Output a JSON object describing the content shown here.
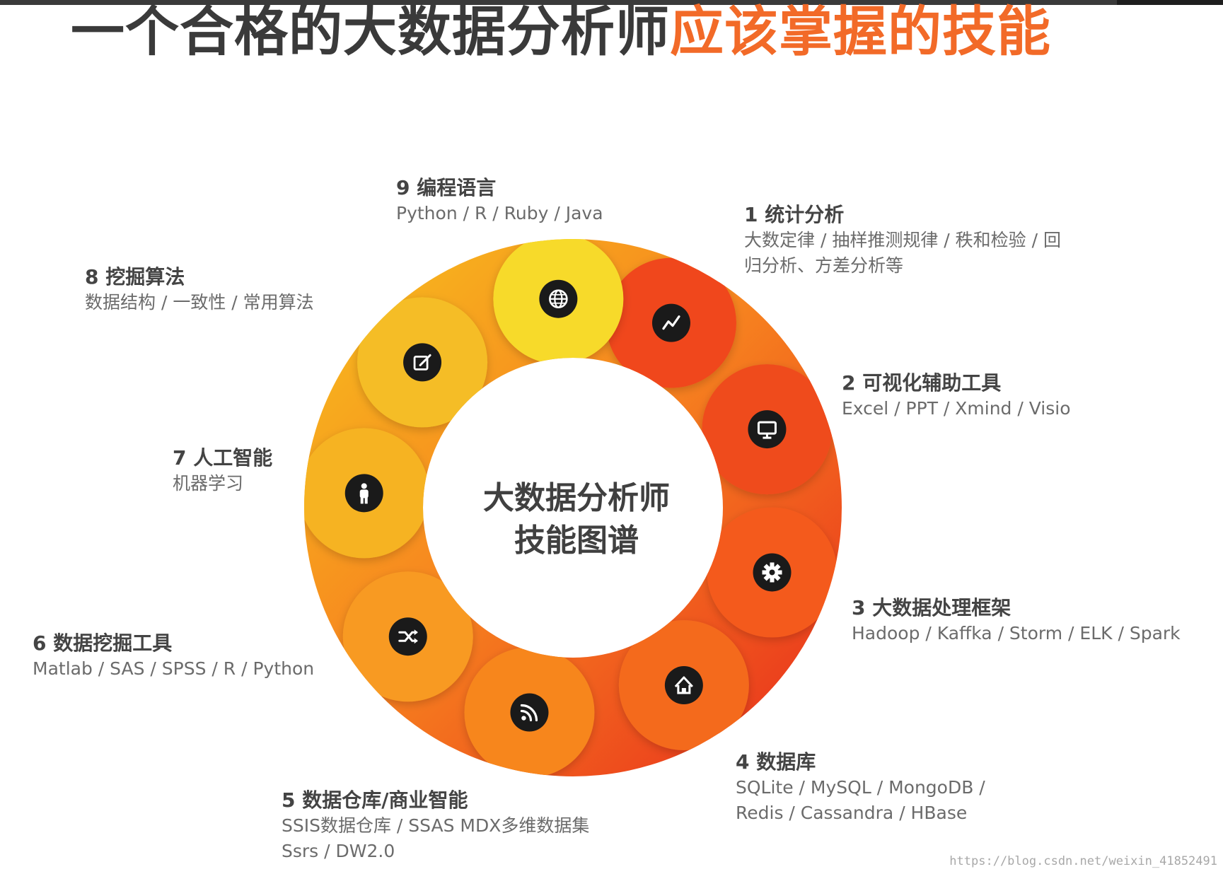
{
  "title": {
    "part1": "一个合格的大数据分析师",
    "part2": "应该掌握的技能"
  },
  "center": {
    "line1": "大数据分析师",
    "line2": "技能图谱"
  },
  "colors": {
    "title_dark": "#3a3a3a",
    "title_accent": "#f26a28",
    "ring_red": "#e8291c",
    "ring_orange": "#f7861f",
    "ring_yellow": "#f7c21d",
    "icon_bg": "#1a1a1a"
  },
  "skills": [
    {
      "num": "1",
      "name": "统计分析",
      "desc": [
        "大数定律 / 抽样推测规律 / 秩和检验 / 回",
        "归分析、方差分析等"
      ],
      "icon": "line-chart-icon"
    },
    {
      "num": "2",
      "name": "可视化辅助工具",
      "desc": [
        "Excel / PPT / Xmind / Visio"
      ],
      "icon": "monitor-icon"
    },
    {
      "num": "3",
      "name": "大数据处理框架",
      "desc": [
        "Hadoop / Kaffka / Storm / ELK / Spark"
      ],
      "icon": "gear-icon"
    },
    {
      "num": "4",
      "name": "数据库",
      "desc": [
        "SQLite / MySQL / MongoDB /",
        "Redis / Cassandra / HBase"
      ],
      "icon": "home-icon"
    },
    {
      "num": "5",
      "name": "数据仓库/商业智能",
      "desc": [
        "SSIS数据仓库 / SSAS MDX多维数据集",
        "Ssrs / DW2.0"
      ],
      "icon": "rss-icon"
    },
    {
      "num": "6",
      "name": "数据挖掘工具",
      "desc": [
        "Matlab / SAS / SPSS / R / Python"
      ],
      "icon": "shuffle-icon"
    },
    {
      "num": "7",
      "name": "人工智能",
      "desc": [
        "机器学习"
      ],
      "icon": "person-icon"
    },
    {
      "num": "8",
      "name": "挖掘算法",
      "desc": [
        "数据结构 / 一致性 / 常用算法"
      ],
      "icon": "edit-icon"
    },
    {
      "num": "9",
      "name": "编程语言",
      "desc": [
        "Python / R / Ruby / Java"
      ],
      "icon": "globe-icon"
    }
  ],
  "watermark": "https://blog.csdn.net/weixin_41852491"
}
